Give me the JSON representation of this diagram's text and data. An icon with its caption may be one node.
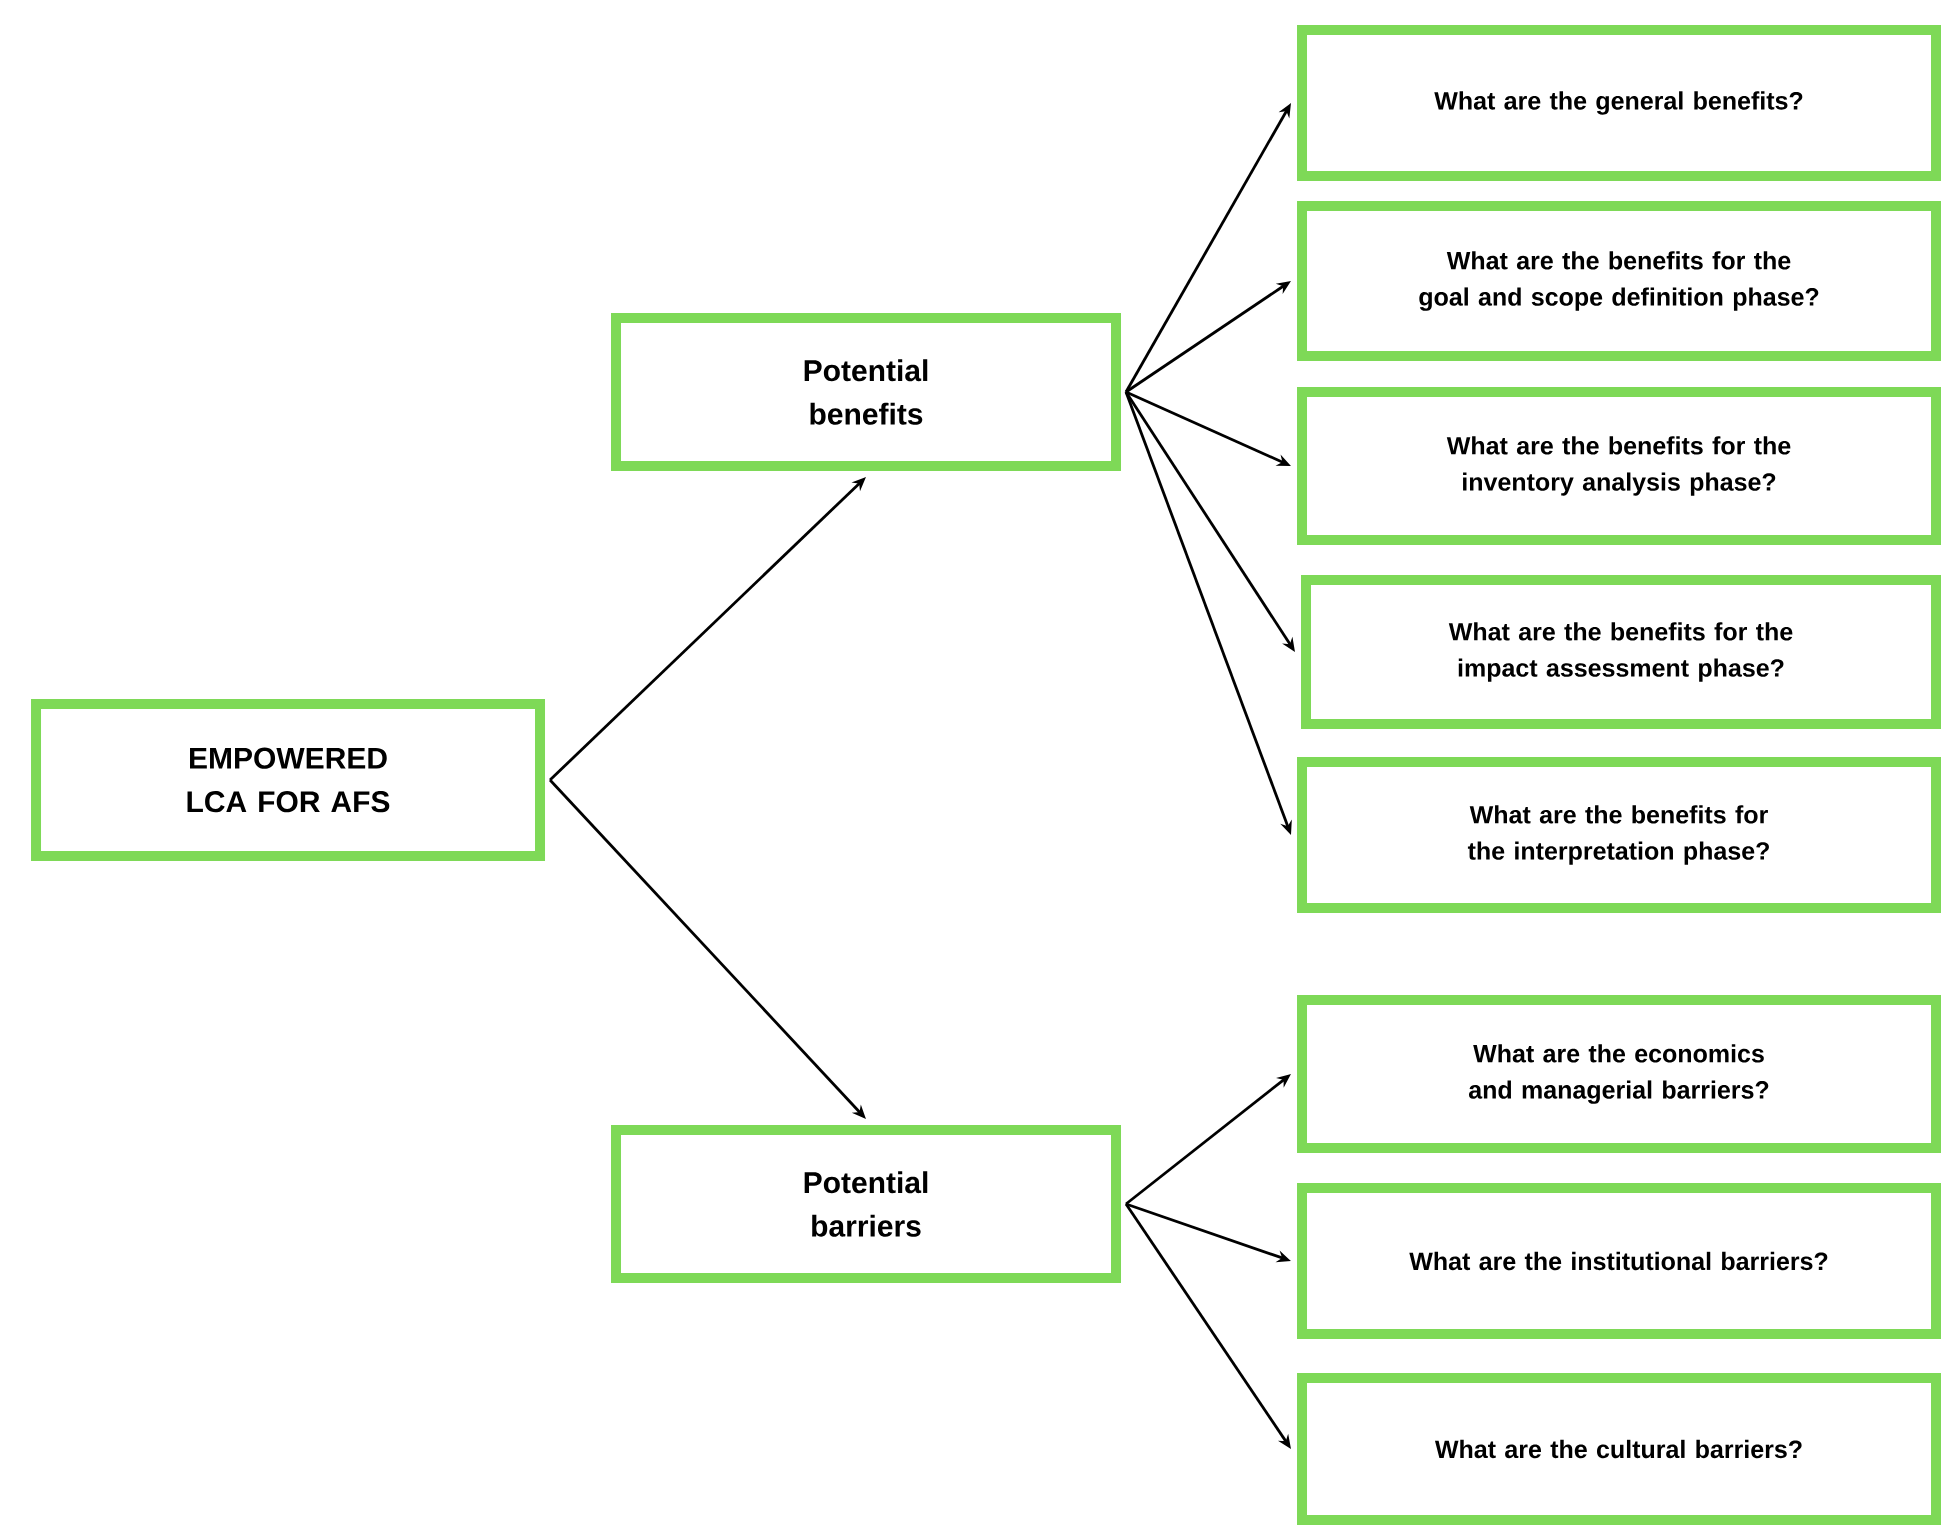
{
  "diagram": {
    "nodes": [
      {
        "text": [
          "EMPOWERED LCA FOR AFS"
        ]
      },
      {
        "text": [
          "Potential benefits"
        ]
      },
      {
        "text": [
          "Potential barriers"
        ]
      },
      {
        "text": [
          "What are the general benefits?"
        ]
      },
      {
        "text": [
          "What are the benefits for the goal and scope definition phase?"
        ]
      },
      {
        "text": [
          "What are the benefits for the inventory analysis phase?"
        ]
      },
      {
        "text": [
          "What are the benefits for the impact assessment phase?"
        ]
      },
      {
        "text": [
          "What are the benefits for the interpretation phase?"
        ]
      },
      {
        "text": [
          "What are the economics and managerial barriers?"
        ]
      },
      {
        "text": [
          "What are the institutional barriers?"
        ]
      },
      {
        "text": [
          "What are the cultural barriers?"
        ]
      }
    ],
    "edges": [
      {
        "from": 0,
        "to": 1,
        "arrow": "to"
      },
      {
        "from": 0,
        "to": 2,
        "arrow": "to"
      },
      {
        "from": 1,
        "to": 3,
        "arrow": "to"
      },
      {
        "from": 1,
        "to": 4,
        "arrow": "to"
      },
      {
        "from": 1,
        "to": 5,
        "arrow": "to"
      },
      {
        "from": 1,
        "to": 6,
        "arrow": "to"
      },
      {
        "from": 1,
        "to": 7,
        "arrow": "to"
      },
      {
        "from": 2,
        "to": 8,
        "arrow": "to"
      },
      {
        "from": 2,
        "to": 9,
        "arrow": "to"
      },
      {
        "from": 2,
        "to": 10,
        "arrow": "to"
      }
    ]
  }
}
